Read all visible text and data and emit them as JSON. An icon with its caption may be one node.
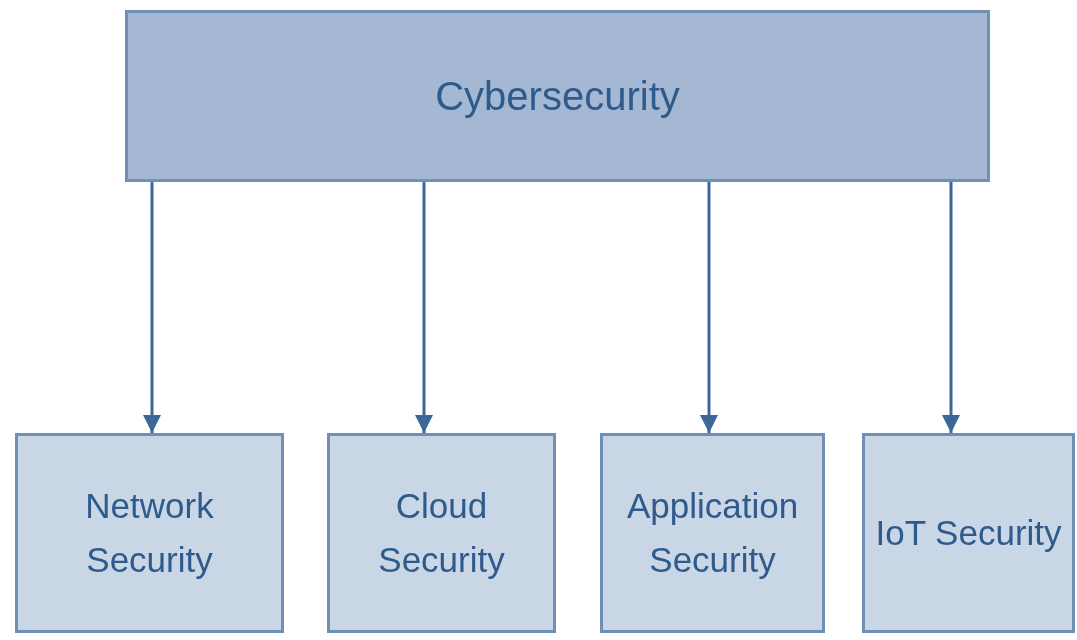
{
  "diagram": {
    "nodes": [
      {
        "text": [
          "Cybersecurity"
        ]
      },
      {
        "text": [
          "Network Security"
        ]
      },
      {
        "text": [
          "Cloud Security"
        ]
      },
      {
        "text": [
          "Application Security"
        ]
      },
      {
        "text": [
          "IoT Security"
        ]
      }
    ],
    "edges": [
      {
        "from": 0,
        "to": 1,
        "arrow": "to"
      },
      {
        "from": 0,
        "to": 2,
        "arrow": "to"
      },
      {
        "from": 0,
        "to": 3,
        "arrow": "to"
      },
      {
        "from": 0,
        "to": 4,
        "arrow": "to"
      }
    ]
  }
}
